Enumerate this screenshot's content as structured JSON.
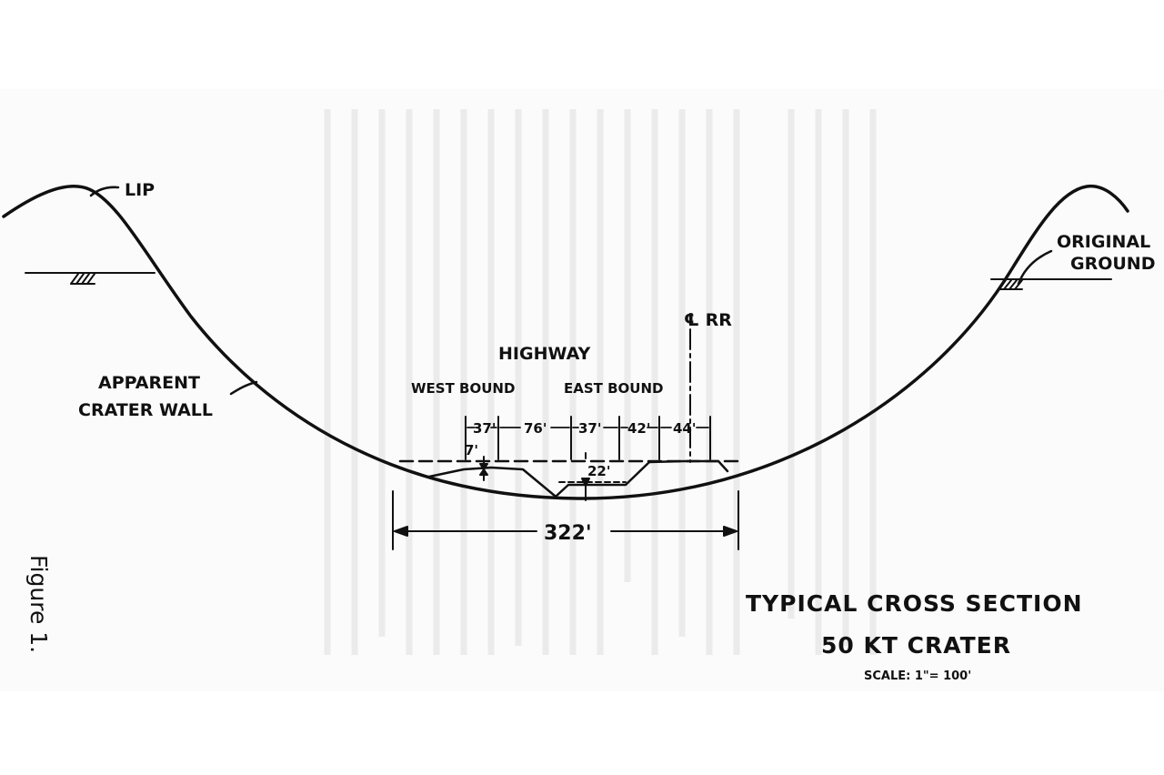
{
  "labels": {
    "lip": "LIP",
    "original_ground_1": "ORIGINAL",
    "original_ground_2": "GROUND",
    "apparent_wall_1": "APPARENT",
    "apparent_wall_2": "CRATER WALL",
    "centerline": "℄ RR",
    "highway": "HIGHWAY",
    "west_bound": "WEST BOUND",
    "east_bound": "EAST BOUND",
    "figure": "Figure 1."
  },
  "dimensions": {
    "d37a": "37'",
    "d76": "76'",
    "d37b": "37'",
    "d42": "42'",
    "d44": "44'",
    "d7": "7'",
    "d22": "22'",
    "d322": "322'"
  },
  "title_block": {
    "line1": "TYPICAL CROSS SECTION",
    "line2": "50 KT CRATER",
    "scale": "SCALE: 1\"= 100'"
  }
}
